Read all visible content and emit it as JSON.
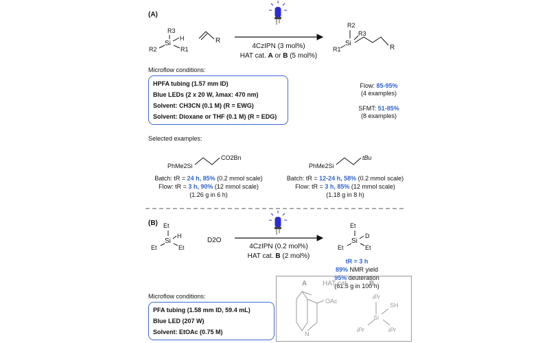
{
  "panelA": {
    "label": "(A)",
    "reagent_top": "4CzIPN (3 mol%)",
    "reagent_bottom_pre": "HAT cat. ",
    "cat_A": "A",
    "reagent_or": " or ",
    "cat_B": "B",
    "reagent_bottom_post": " (5 mol%)",
    "microflow_title": "Microflow conditions:",
    "conditions": [
      "HPFA tubing (1.57 mm ID)",
      "Blue LEDs (2 x 20 W, λmax: 470 nm)",
      "Solvent: CH3CN (0.1 M) (R = EWG)",
      "Solvent: Dioxane or THF (0.1 M) (R = EDG)"
    ],
    "flow_label": "Flow: ",
    "flow_yield": "85-95%",
    "flow_examples": "(4 examples)",
    "sfmt_label": "SFMT: ",
    "sfmt_yield": "51-85%",
    "sfmt_examples": "(8 examples)",
    "selected_title": "Selected examples:",
    "ex1": {
      "silyl": "PhMe2Si",
      "group": "CO2Bn",
      "batch_pre": "Batch: tR = ",
      "batch_hl": "24 h, 85%",
      "batch_post": " (0.2 mmol scale)",
      "flow_pre": "Flow: tR = ",
      "flow_hl": "3 h, 90%",
      "flow_post": " (12 mmol scale)",
      "amount": "(1.26 g in 6 h)"
    },
    "ex2": {
      "silyl": "PhMe2Si",
      "group": "tBu",
      "batch_pre": "Batch: tR = ",
      "batch_hl": "12-24 h, 58%",
      "batch_post": " (0.2 mmol scale)",
      "flow_pre": "Flow: tR = ",
      "flow_hl": "3 h, 85%",
      "flow_post": " (12 mmol scale)",
      "amount": "(1.18 g in 8 h)"
    }
  },
  "panelB": {
    "label": "(B)",
    "d2o": "D2O",
    "reagent_top": "4CzIPN (0.2 mol%)",
    "reagent_bottom_pre": "HAT cat. ",
    "cat_B": "B",
    "reagent_bottom_post": " (2 mol%)",
    "tr": "tR = 3 h",
    "nmr_value": "89%",
    "nmr_text": " NMR yield",
    "deut_value": "95%",
    "deut_text": " deuteration",
    "amount": "(61.5 g in 100 h)",
    "microflow_title": "Microflow conditions:",
    "conditions": [
      "PFA tubing (1.58 mm ID, 59.4 mL)",
      "Blue LED (207 W)",
      "Solvent: EtOAc (0.75 M)"
    ],
    "hat_box": {
      "label_A": "A",
      "title": "HAT cat.",
      "label_B": "B",
      "oac": "OAc",
      "n": "N",
      "sh": "SH",
      "si": "Si",
      "ipr": "iPr"
    }
  },
  "atoms": {
    "si": "Si",
    "h": "H",
    "r": "R",
    "r1": "R1",
    "r2": "R2",
    "r3": "R3",
    "et": "Et",
    "d": "D"
  },
  "colors": {
    "accent": "#2f63d6",
    "box_border": "#3b68d8",
    "lamp": "#2b2bd6"
  }
}
